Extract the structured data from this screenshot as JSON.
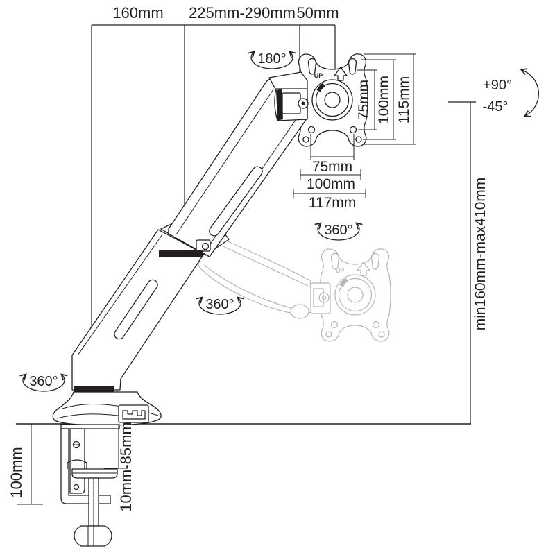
{
  "diagram": {
    "type": "monitor-arm-dimension-diagram",
    "colors": {
      "line": "#231f20",
      "ghost": "#b5b5b5",
      "background": "#ffffff"
    },
    "dimensions": {
      "top": [
        "160mm",
        "225mm-290mm",
        "50mm"
      ],
      "vesa_side": [
        "75mm",
        "100mm",
        "115mm"
      ],
      "vesa_bottom": [
        "75mm",
        "100mm",
        "117mm"
      ],
      "height_range": "min160mm-max410mm",
      "clamp_bracket_height": "100mm",
      "clamp_desk_thickness": "10mm-85mm"
    },
    "angles": {
      "head_swivel": "180°",
      "plate_rotation": "360°",
      "arm_rotation": "360°",
      "base_rotation": "360°",
      "tilt_up": "+90°",
      "tilt_down": "-45°"
    },
    "markings": {
      "vesa_up": "UP",
      "ghost_vesa_up": "UP"
    }
  }
}
